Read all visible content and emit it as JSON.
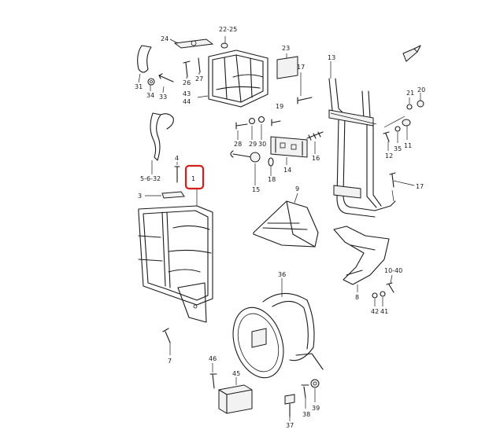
{
  "diagram": {
    "labels": {
      "p1": "1",
      "p3": "3",
      "p4": "4",
      "p5": "5-6-32",
      "p7": "7",
      "p8": "8",
      "p9": "9",
      "p10": "10-40",
      "p11": "11",
      "p12": "12",
      "p13": "13",
      "p14": "14",
      "p15": "15",
      "p16": "16",
      "p17a": "17",
      "p17b": "17",
      "p18": "18",
      "p19": "19",
      "p20": "20",
      "p21": "21",
      "p22": "22-25",
      "p23": "23",
      "p24": "24",
      "p26": "26",
      "p27": "27",
      "p28": "28",
      "p29": "29",
      "p30": "30",
      "p31": "31",
      "p33": "33",
      "p34": "34",
      "p35": "35",
      "p36": "36",
      "p37": "37",
      "p38": "38",
      "p39": "39",
      "p41": "41",
      "p42": "42",
      "p43": "43",
      "p44": "44",
      "p45": "45",
      "p46": "46"
    },
    "highlighted_part": "1",
    "highlight_color": "#d11f1f",
    "front_indicator": "FWD"
  }
}
